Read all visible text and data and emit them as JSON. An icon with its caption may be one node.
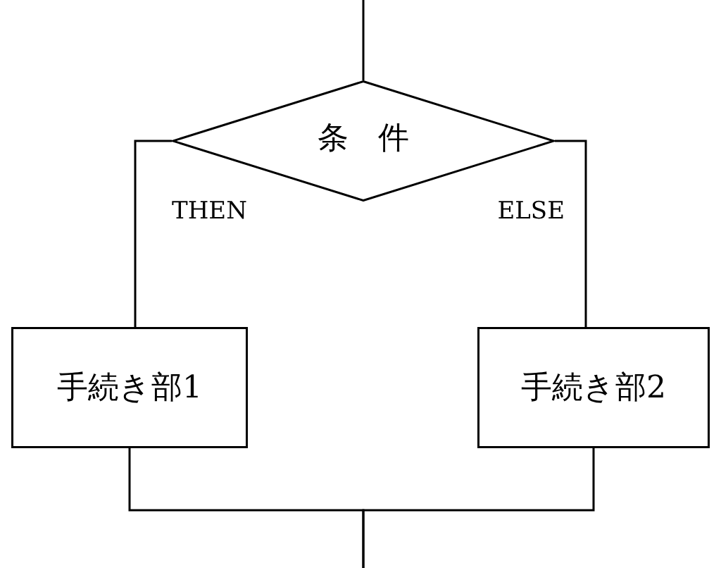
{
  "diagram": {
    "nodes": [
      {
        "text": [
          "条 件"
        ]
      },
      {
        "text": [
          "手続き部1"
        ]
      },
      {
        "text": [
          "手続き部2"
        ]
      }
    ],
    "edges": [
      {
        "from": null,
        "to": 0,
        "arrow": "none"
      },
      {
        "from": 0,
        "to": 1,
        "arrow": "none",
        "label": "THEN"
      },
      {
        "from": 0,
        "to": 2,
        "arrow": "none",
        "label": "ELSE"
      },
      {
        "from": 1,
        "to": null,
        "arrow": "none"
      },
      {
        "from": 2,
        "to": null,
        "arrow": "none"
      }
    ]
  }
}
